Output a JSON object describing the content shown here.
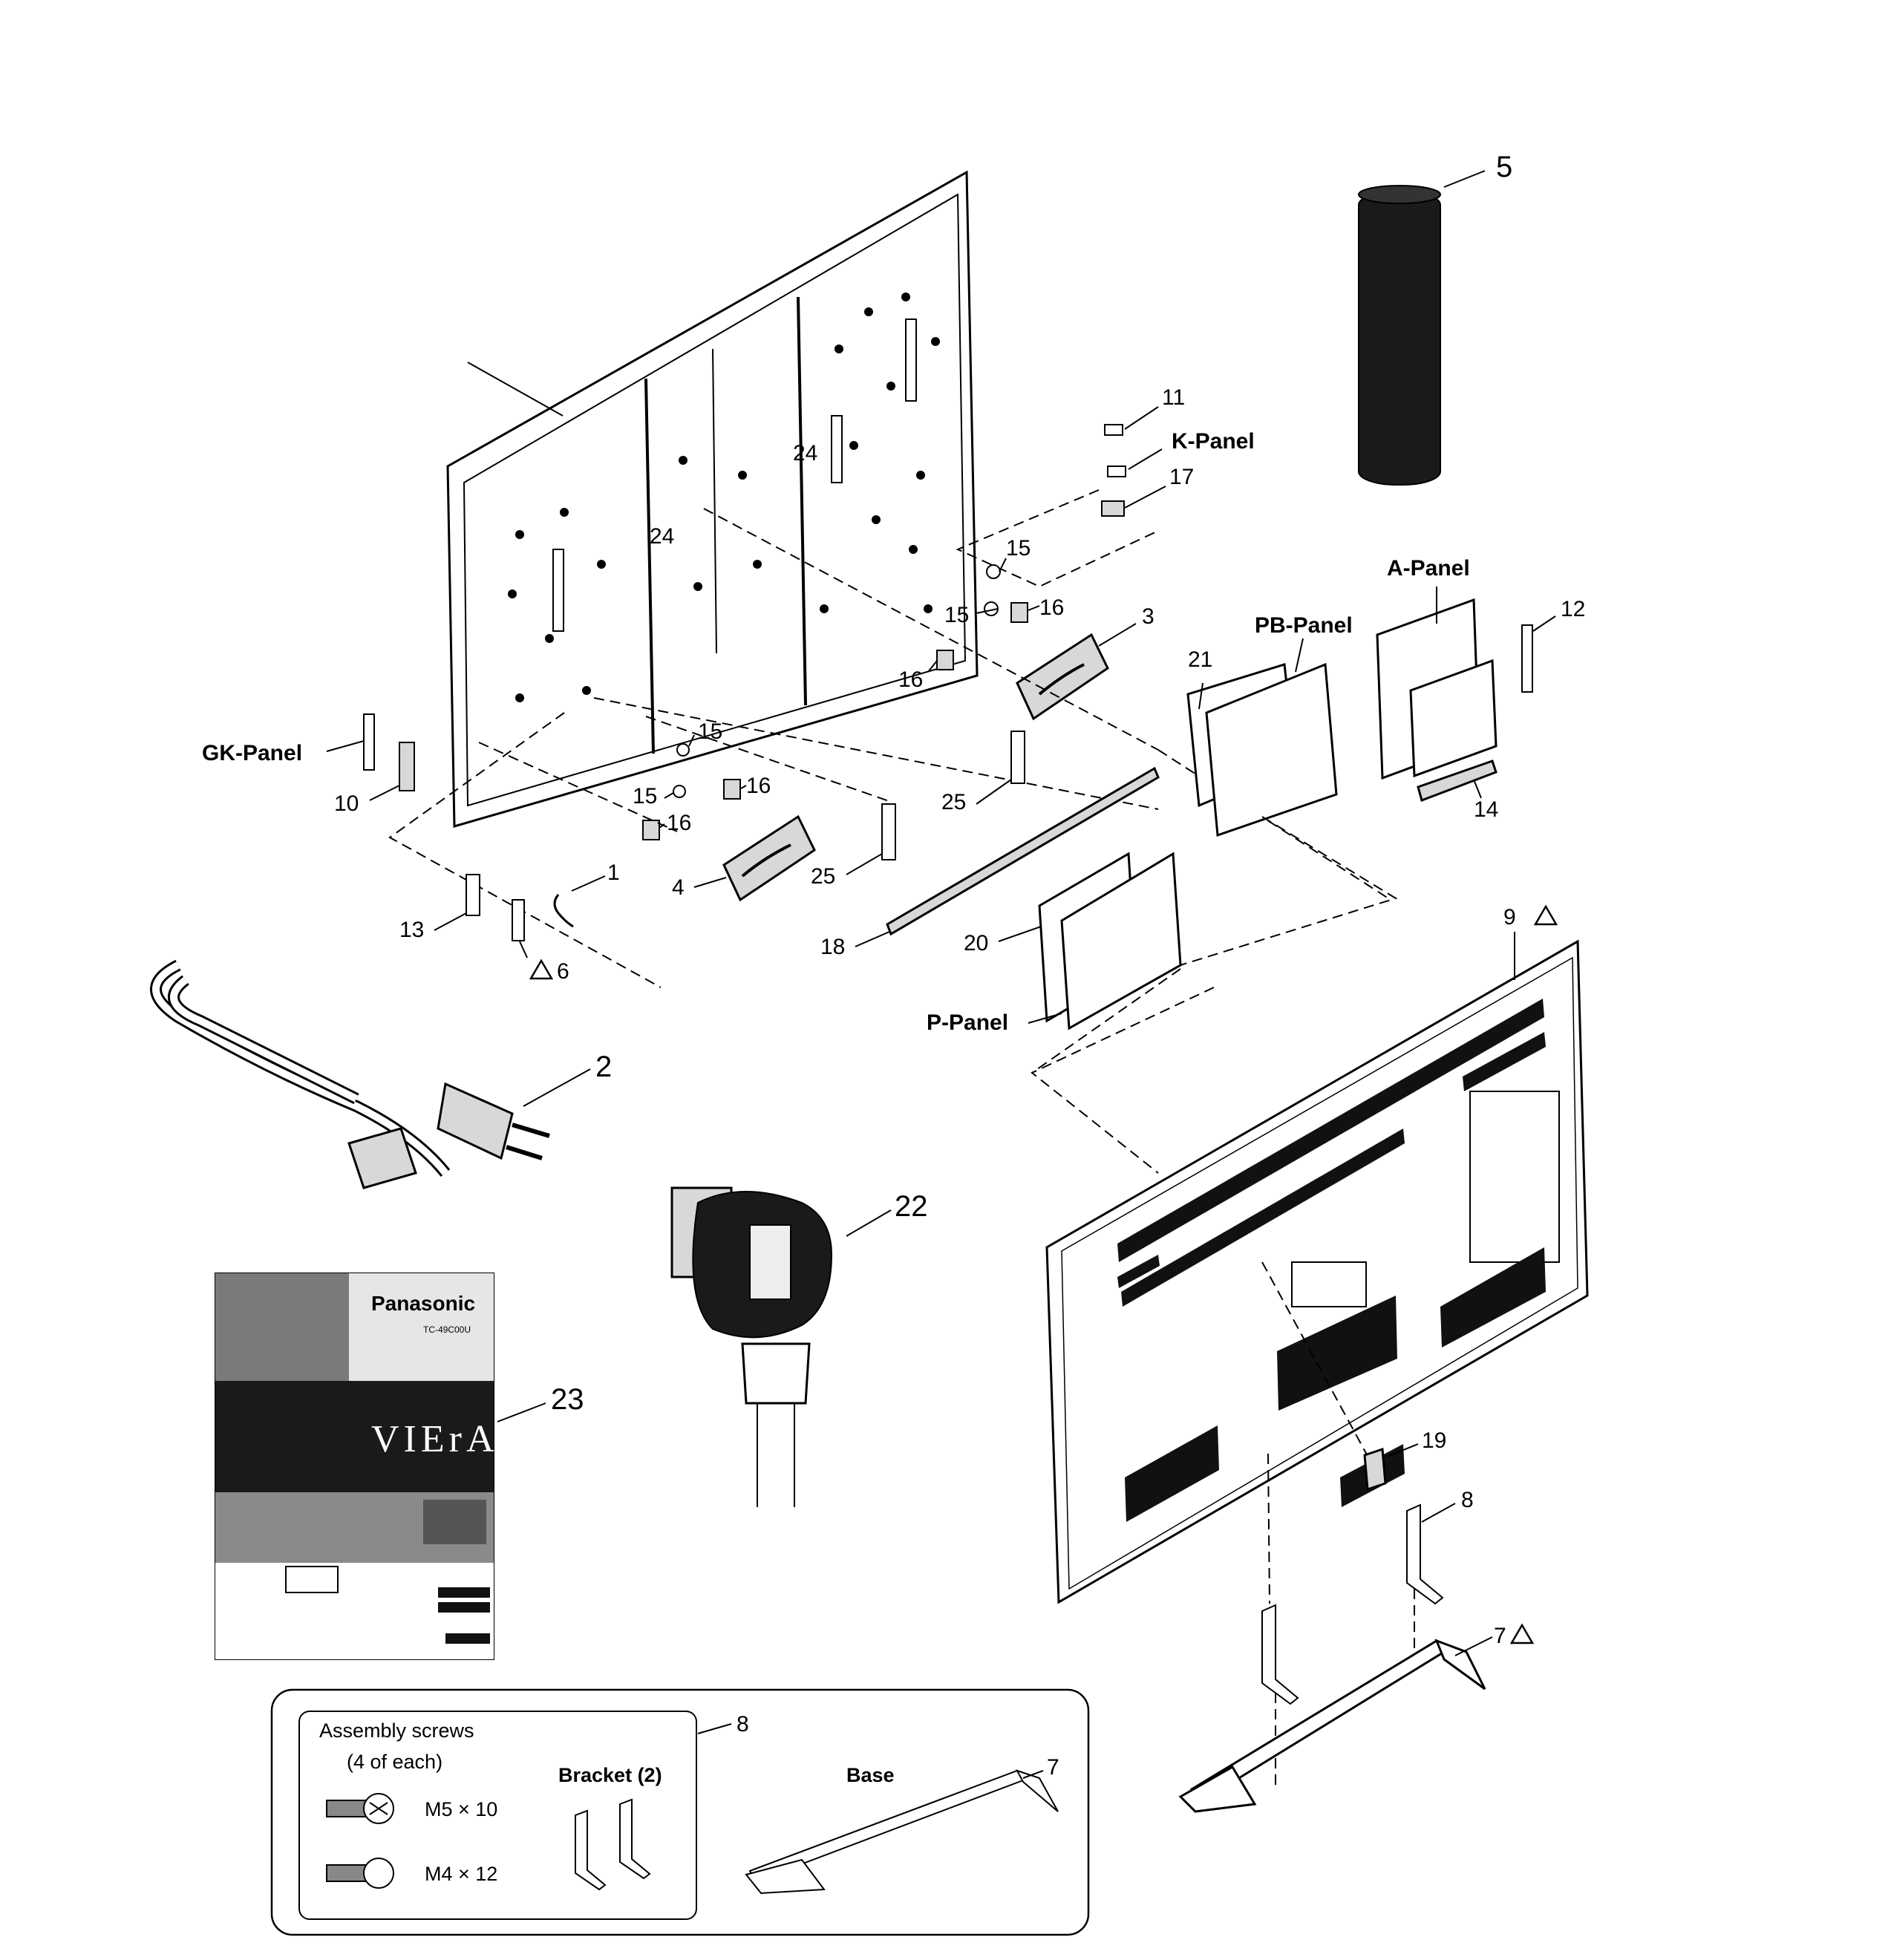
{
  "callouts": {
    "c1": "1",
    "c2": "2",
    "c3": "3",
    "c4": "4",
    "c5": "5",
    "c6": "6",
    "c7": "7",
    "c8": "8",
    "c9": "9",
    "c10": "10",
    "c11": "11",
    "c12": "12",
    "c13": "13",
    "c14": "14",
    "c15": "15",
    "c16": "16",
    "c17": "17",
    "c18": "18",
    "c19": "19",
    "c20": "20",
    "c21": "21",
    "c22": "22",
    "c23": "23",
    "c24": "24",
    "c25": "25"
  },
  "panels": {
    "gk": "GK-Panel",
    "k": "K-Panel",
    "a": "A-Panel",
    "pb": "PB-Panel",
    "p": "P-Panel"
  },
  "manual": {
    "brand": "Panasonic",
    "model": "TC-49C00U",
    "logo": "VIErA"
  },
  "accessory_box": {
    "title": "Assembly screws",
    "subtitle": "(4 of each)",
    "screw_a": "M5 × 10",
    "screw_b": "M4 × 12",
    "bracket": "Bracket (2)",
    "base": "Base",
    "ref_bracket": "8",
    "ref_base": "7"
  },
  "colors": {
    "ink": "#000000",
    "paper": "#ffffff",
    "manual_dark": "#1a1a1a",
    "manual_grey": "#8a8a8a"
  }
}
